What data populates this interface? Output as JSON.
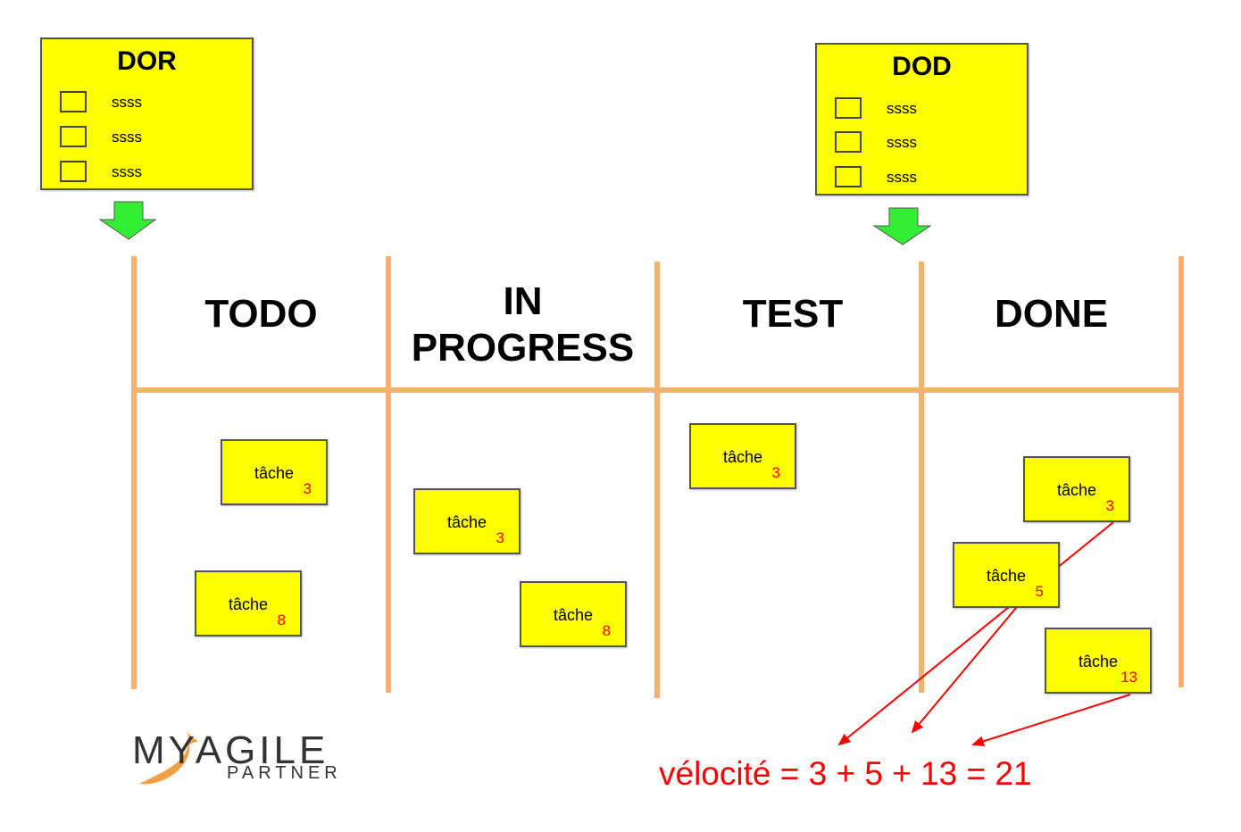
{
  "dor": {
    "title": "DOR",
    "items": [
      "ssss",
      "ssss",
      "ssss"
    ]
  },
  "dod": {
    "title": "DOD",
    "items": [
      "ssss",
      "ssss",
      "ssss"
    ]
  },
  "columns": [
    {
      "header": "TODO"
    },
    {
      "header_line1": "IN",
      "header_line2": "PROGRESS"
    },
    {
      "header": "TEST"
    },
    {
      "header": "DONE"
    }
  ],
  "cards": {
    "todo": [
      {
        "label": "tâche",
        "points": "3"
      },
      {
        "label": "tâche",
        "points": "8"
      }
    ],
    "in_progress": [
      {
        "label": "tâche",
        "points": "3"
      },
      {
        "label": "tâche",
        "points": "8"
      }
    ],
    "test": [
      {
        "label": "tâche",
        "points": "3"
      }
    ],
    "done": [
      {
        "label": "tâche",
        "points": "3"
      },
      {
        "label": "tâche",
        "points": "5"
      },
      {
        "label": "tâche",
        "points": "13"
      }
    ]
  },
  "velocity": "vélocité = 3 + 5 + 13 = 21",
  "logo": {
    "line1": "MYAGILE",
    "line2": "PARTNER"
  },
  "colors": {
    "sticky": "#ffff00",
    "board_lines": "#f5b26e",
    "arrow_down": "#33ee33",
    "velocity": "#ff0000",
    "logo_accent": "#f0a040"
  }
}
